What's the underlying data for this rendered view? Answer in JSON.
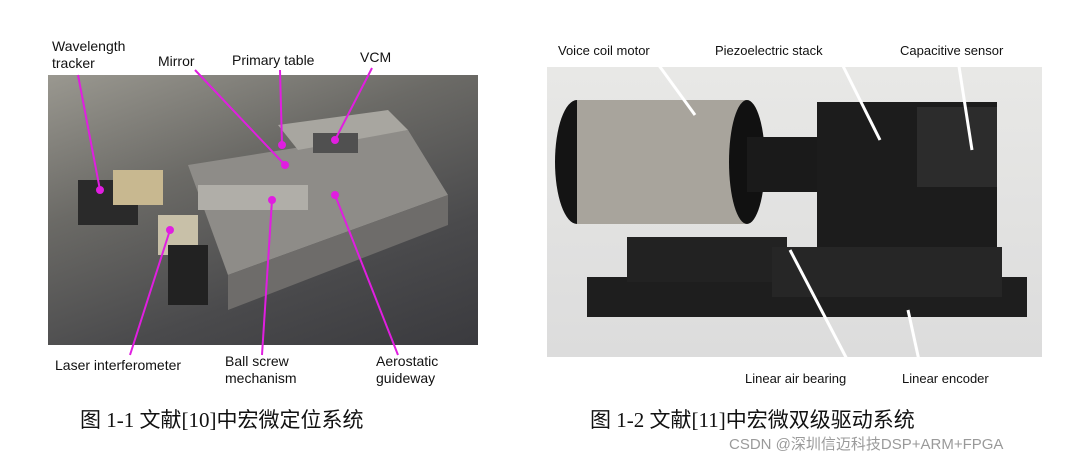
{
  "figure1": {
    "labels": {
      "wavelength_tracker": "Wavelength\ntracker",
      "mirror": "Mirror",
      "primary_table": "Primary table",
      "vcm": "VCM",
      "laser_interferometer": "Laser interferometer",
      "ball_screw": "Ball screw\nmechanism",
      "aerostatic_guideway": "Aerostatic\nguideway"
    },
    "caption": "图 1-1  文献[10]中宏微定位系统"
  },
  "figure2": {
    "labels": {
      "voice_coil_motor": "Voice coil motor",
      "piezo_stack": "Piezoelectric stack",
      "capacitive_sensor": "Capacitive sensor",
      "linear_air_bearing": "Linear air bearing",
      "linear_encoder": "Linear encoder"
    },
    "caption": "图 1-2  文献[11]中宏微双级驱动系统"
  },
  "watermark": "CSDN @深圳信迈科技DSP+ARM+FPGA",
  "colors": {
    "pointer1": "#e01ee0",
    "pointer2": "#ffffff"
  }
}
